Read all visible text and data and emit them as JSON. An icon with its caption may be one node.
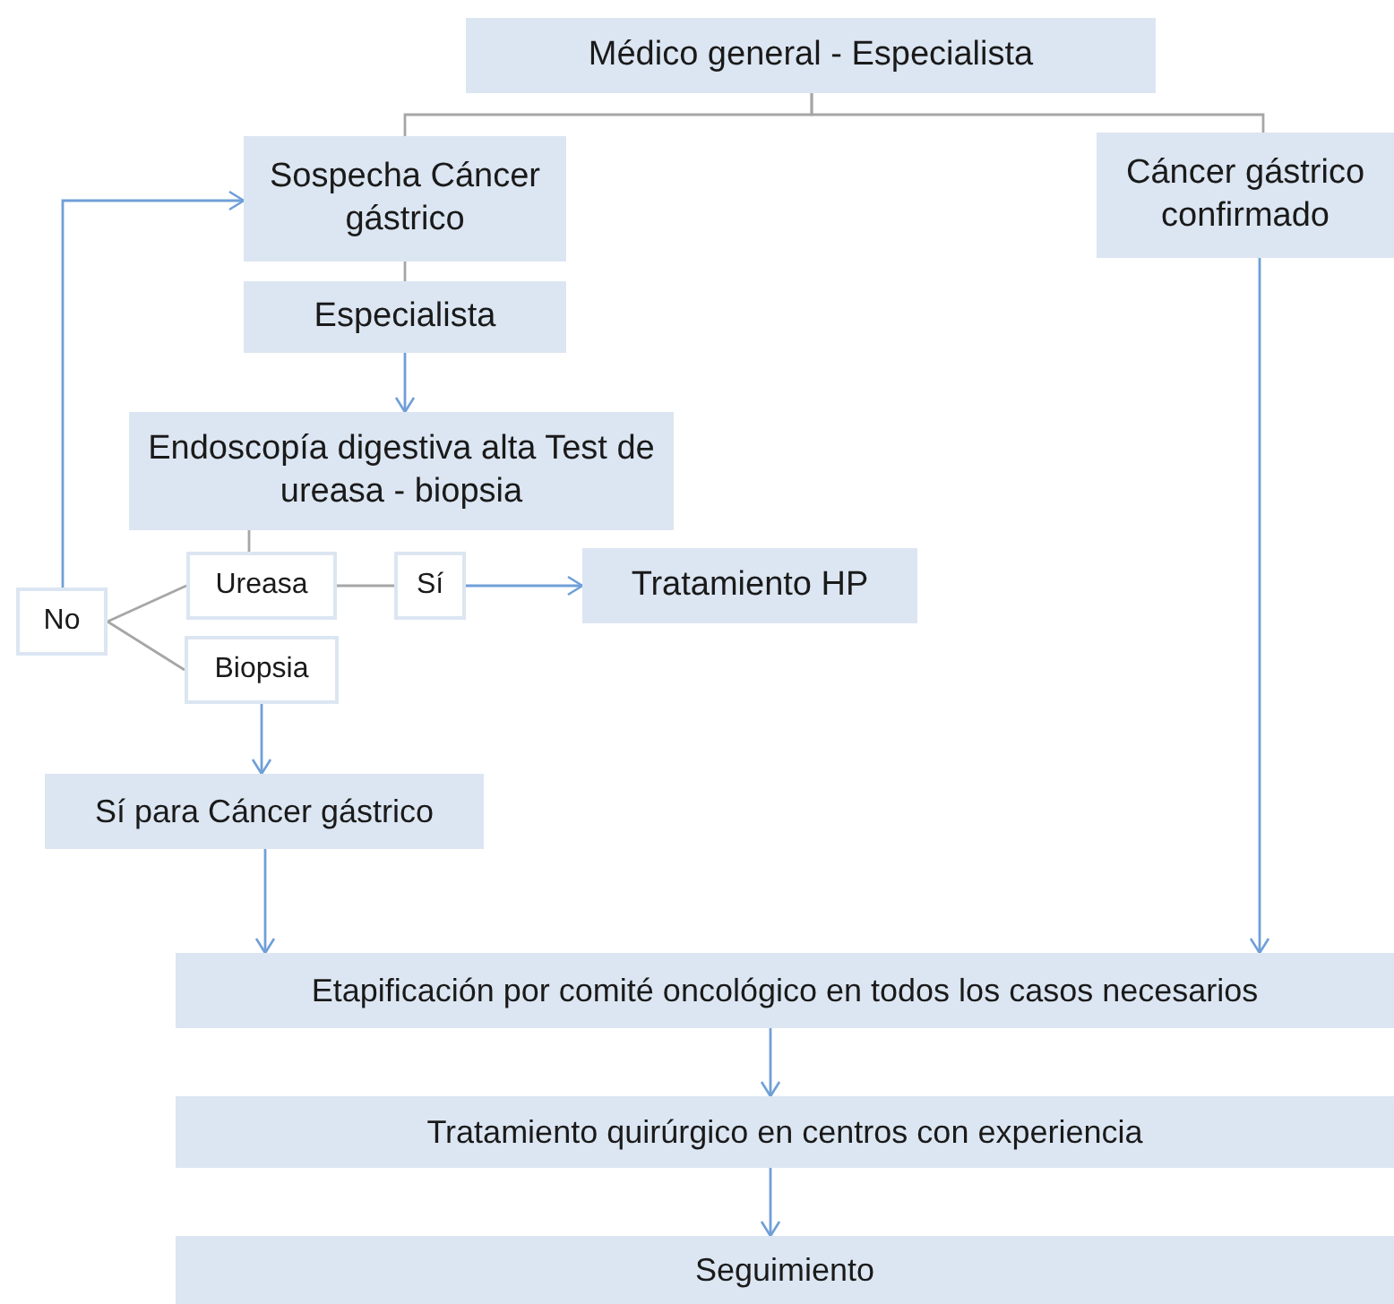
{
  "diagram": {
    "nodes": [
      {
        "text": [
          "Médico general - Especialista"
        ]
      },
      {
        "text": [
          "Sospecha Cáncer gástrico"
        ]
      },
      {
        "text": [
          "Cáncer gástrico confirmado"
        ]
      },
      {
        "text": [
          "Especialista"
        ]
      },
      {
        "text": [
          "Endoscopía digestiva alta Test de ureasa - biopsia"
        ]
      },
      {
        "text": [
          "No"
        ]
      },
      {
        "text": [
          "Ureasa"
        ]
      },
      {
        "text": [
          "Sí"
        ]
      },
      {
        "text": [
          "Tratamiento HP"
        ]
      },
      {
        "text": [
          "Biopsia"
        ]
      },
      {
        "text": [
          "Sí para Cáncer gástrico"
        ]
      },
      {
        "text": [
          "Etapificación por comité oncológico en todos los casos necesarios"
        ]
      },
      {
        "text": [
          "Tratamiento quirúrgico en centros con experiencia"
        ]
      },
      {
        "text": [
          "Seguimiento"
        ]
      }
    ],
    "edges": [
      {
        "from": 0,
        "to": 1,
        "arrow": "none",
        "color": "#a6a6a6"
      },
      {
        "from": 0,
        "to": 2,
        "arrow": "none",
        "color": "#a6a6a6"
      },
      {
        "from": 1,
        "to": 3,
        "arrow": "none",
        "color": "#a6a6a6"
      },
      {
        "from": 3,
        "to": 4,
        "arrow": "to"
      },
      {
        "from": 4,
        "to": 6,
        "arrow": "none",
        "color": "#a6a6a6"
      },
      {
        "from": 6,
        "to": 7,
        "arrow": "none",
        "color": "#a6a6a6"
      },
      {
        "from": 7,
        "to": 8,
        "arrow": "to"
      },
      {
        "from": 5,
        "to": 6,
        "arrow": "none",
        "color": "#a6a6a6"
      },
      {
        "from": 5,
        "to": 9,
        "arrow": "none",
        "color": "#a6a6a6"
      },
      {
        "from": 5,
        "to": 1,
        "arrow": "to"
      },
      {
        "from": 9,
        "to": 10,
        "arrow": "to"
      },
      {
        "from": 10,
        "to": 11,
        "arrow": "to"
      },
      {
        "from": 2,
        "to": 11,
        "arrow": "to"
      },
      {
        "from": 11,
        "to": 12,
        "arrow": "to"
      },
      {
        "from": 12,
        "to": 13,
        "arrow": "to"
      }
    ]
  }
}
